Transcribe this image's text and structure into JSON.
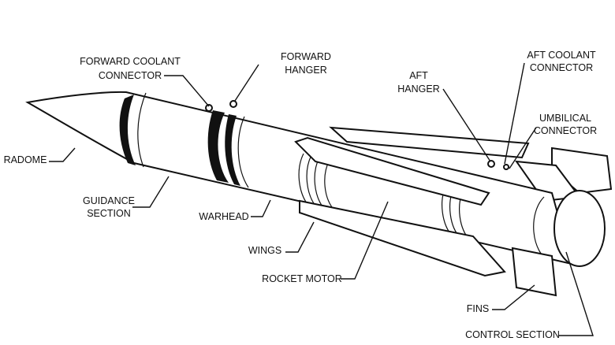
{
  "labels": {
    "forward_coolant_connector": [
      "FORWARD COOLANT",
      "CONNECTOR"
    ],
    "forward_hanger": [
      "FORWARD",
      "HANGER"
    ],
    "aft_hanger": [
      "AFT",
      "HANGER"
    ],
    "aft_coolant_connector": [
      "AFT COOLANT",
      "CONNECTOR"
    ],
    "umbilical_connector": [
      "UMBILICAL",
      "CONNECTOR"
    ],
    "radome": "RADOME",
    "guidance_section": [
      "GUIDANCE",
      "SECTION"
    ],
    "warhead": "WARHEAD",
    "wings": "WINGS",
    "rocket_motor": "ROCKET MOTOR",
    "fins": "FINS",
    "control_section": "CONTROL SECTION"
  }
}
